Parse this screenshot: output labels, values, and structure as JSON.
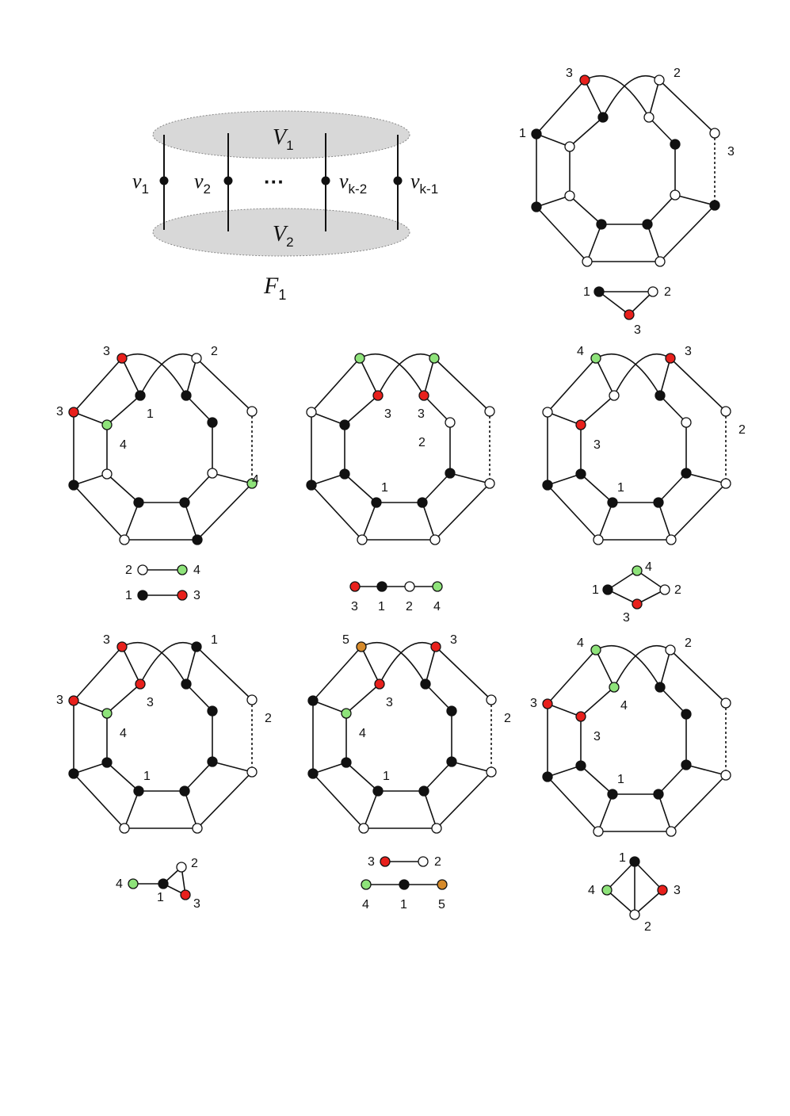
{
  "colors": {
    "red": "#e8201c",
    "green": "#8ee37a",
    "black": "#111111",
    "white": "#ffffff",
    "orange": "#d68a2a",
    "ellipse_fill": "#d8d8d8"
  },
  "f1": {
    "top_set": "V",
    "top_set_sub": "1",
    "bottom_set": "V",
    "bottom_set_sub": "2",
    "name": "F",
    "name_sub": "1",
    "ellipsis": "···",
    "vertex_labels": [
      {
        "base": "v",
        "sub": "1"
      },
      {
        "base": "v",
        "sub": "2"
      },
      {
        "base": "v",
        "sub": "k-2"
      },
      {
        "base": "v",
        "sub": "k-1"
      }
    ]
  },
  "panels": [
    {
      "id": "p1",
      "colors": [
        "R",
        "W",
        "K",
        "W",
        "K",
        "W",
        "W",
        "K",
        "K",
        "W",
        "W",
        "K",
        "K",
        "K",
        "W",
        "W"
      ],
      "labels": [
        [
          "0",
          "3"
        ],
        [
          "1",
          "2"
        ],
        [
          "2",
          "1"
        ],
        [
          "3",
          "3"
        ]
      ],
      "small": {
        "nodes": [
          [
            "1",
            "K"
          ],
          [
            "2",
            "W"
          ],
          [
            "3",
            "R"
          ]
        ],
        "edges": [
          [
            0,
            1
          ],
          [
            1,
            2
          ],
          [
            2,
            0
          ]
        ]
      }
    },
    {
      "id": "p2",
      "colors": [
        "R",
        "W",
        "R",
        "W",
        "K",
        "K",
        "G",
        "G",
        "K",
        "W",
        "W",
        "K",
        "K",
        "K",
        "W",
        "K"
      ],
      "labels": [
        [
          "0",
          "3"
        ],
        [
          "1",
          "2"
        ],
        [
          "2",
          "3"
        ],
        [
          "6",
          "4"
        ],
        [
          "7",
          "4"
        ],
        [
          "4",
          "1"
        ]
      ],
      "small": {
        "nodes": [
          [
            "2",
            "W"
          ],
          [
            "4",
            "G"
          ],
          [
            "1",
            "K"
          ],
          [
            "3",
            "R"
          ]
        ],
        "edges": [
          [
            0,
            1
          ],
          [
            2,
            3
          ]
        ]
      }
    },
    {
      "id": "p3",
      "colors": [
        "G",
        "G",
        "W",
        "W",
        "R",
        "R",
        "K",
        "W",
        "W",
        "K",
        "K",
        "K",
        "K",
        "K",
        "W",
        "W"
      ],
      "labels": [
        [
          "4",
          "3"
        ],
        [
          "5",
          "3"
        ],
        [
          "8",
          "2"
        ],
        [
          "11",
          "1"
        ]
      ],
      "small": {
        "nodes": [
          [
            "3",
            "R"
          ],
          [
            "1",
            "K"
          ],
          [
            "2",
            "W"
          ],
          [
            "4",
            "G"
          ]
        ],
        "edges": [
          [
            0,
            1
          ],
          [
            1,
            2
          ],
          [
            2,
            3
          ]
        ]
      }
    },
    {
      "id": "p4",
      "colors": [
        "G",
        "R",
        "W",
        "W",
        "W",
        "K",
        "R",
        "W",
        "W",
        "K",
        "K",
        "K",
        "K",
        "K",
        "W",
        "W"
      ],
      "labels": [
        [
          "0",
          "4"
        ],
        [
          "1",
          "3"
        ],
        [
          "3",
          "2"
        ],
        [
          "6",
          "3"
        ],
        [
          "11",
          "1"
        ]
      ],
      "small": {
        "nodes": [
          [
            "1",
            "K"
          ],
          [
            "4",
            "G"
          ],
          [
            "2",
            "W"
          ],
          [
            "3",
            "R"
          ]
        ],
        "edges": [
          [
            0,
            1
          ],
          [
            1,
            2
          ],
          [
            2,
            3
          ],
          [
            3,
            0
          ]
        ]
      }
    },
    {
      "id": "p5",
      "colors": [
        "R",
        "K",
        "R",
        "W",
        "R",
        "K",
        "G",
        "W",
        "K",
        "K",
        "K",
        "K",
        "K",
        "K",
        "W",
        "W"
      ],
      "labels": [
        [
          "0",
          "3"
        ],
        [
          "1",
          "1"
        ],
        [
          "3",
          "2"
        ],
        [
          "2",
          "3"
        ],
        [
          "4",
          "3"
        ],
        [
          "6",
          "4"
        ],
        [
          "11",
          "1"
        ]
      ],
      "small": {
        "nodes": [
          [
            "4",
            "G"
          ],
          [
            "1",
            "K"
          ],
          [
            "2",
            "W"
          ],
          [
            "3",
            "R"
          ]
        ],
        "edges": [
          [
            0,
            1
          ],
          [
            1,
            2
          ],
          [
            2,
            3
          ],
          [
            3,
            1
          ]
        ]
      }
    },
    {
      "id": "p6",
      "colors": [
        "O",
        "R",
        "K",
        "W",
        "R",
        "K",
        "G",
        "W",
        "K",
        "K",
        "K",
        "K",
        "K",
        "K",
        "W",
        "W"
      ],
      "labels": [
        [
          "0",
          "5"
        ],
        [
          "1",
          "3"
        ],
        [
          "3",
          "2"
        ],
        [
          "4",
          "3"
        ],
        [
          "6",
          "4"
        ],
        [
          "11",
          "1"
        ]
      ],
      "small": {
        "nodes": [
          [
            "3",
            "R"
          ],
          [
            "2",
            "W"
          ],
          [
            "4",
            "G"
          ],
          [
            "1",
            "K"
          ],
          [
            "5",
            "O"
          ]
        ],
        "edges": [
          [
            0,
            1
          ],
          [
            2,
            3
          ],
          [
            3,
            4
          ]
        ]
      }
    },
    {
      "id": "p7",
      "colors": [
        "G",
        "W",
        "R",
        "W",
        "G",
        "K",
        "R",
        "W",
        "K",
        "K",
        "K",
        "K",
        "K",
        "K",
        "W",
        "W"
      ],
      "labels": [
        [
          "0",
          "4"
        ],
        [
          "1",
          "2"
        ],
        [
          "2",
          "3"
        ],
        [
          "4",
          "4"
        ],
        [
          "6",
          "3"
        ],
        [
          "11",
          "1"
        ]
      ],
      "small": {
        "nodes": [
          [
            "1",
            "K"
          ],
          [
            "4",
            "G"
          ],
          [
            "3",
            "R"
          ],
          [
            "2",
            "W"
          ]
        ],
        "edges": [
          [
            0,
            1
          ],
          [
            0,
            2
          ],
          [
            1,
            3
          ],
          [
            2,
            3
          ],
          [
            0,
            3
          ]
        ]
      }
    }
  ]
}
